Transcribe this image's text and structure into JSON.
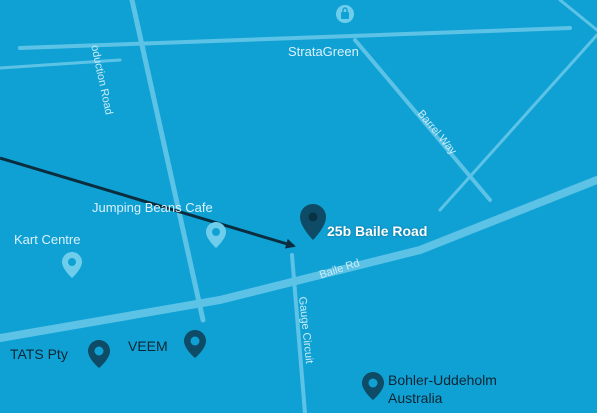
{
  "map": {
    "background": "#10a1d4",
    "road_color": "#5cc3e6",
    "marker_color": "#0d4b66",
    "arrow_color": "#0a2e3f"
  },
  "labels": {
    "road_production": "oduction Road",
    "road_barrel": "Barrel Way",
    "road_baile": "Baile Rd",
    "road_gauge": "Gauge Circuit",
    "poi_stratagreen": "StrataGreen",
    "poi_jumping_beans": "Jumping Beans Cafe",
    "poi_kart_centre": "Kart Centre",
    "poi_stats": "TATS Pty",
    "poi_veem": "VEEM",
    "poi_bohler_line1": "Bohler-Uddeholm",
    "poi_bohler_line2": "Australia",
    "address_marker": "25b Baile Road"
  },
  "icons": {
    "stratagreen": "shopping-bag-icon",
    "jumping_beans": "cafe-pin-icon",
    "kart_centre": "kart-pin-icon",
    "stats": "location-pin-icon",
    "veem": "location-pin-icon",
    "bohler": "location-pin-icon",
    "address": "map-marker-icon"
  }
}
